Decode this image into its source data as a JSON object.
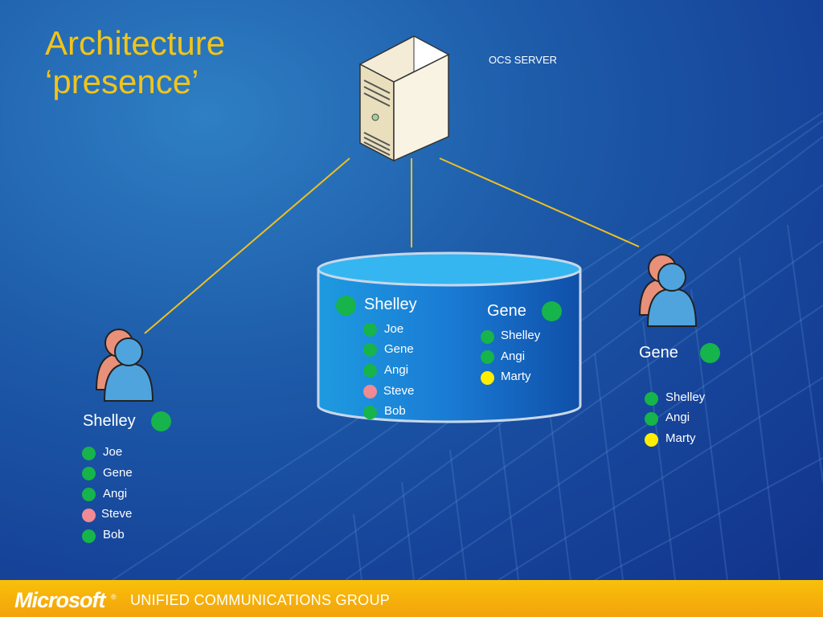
{
  "title": {
    "line1": "Architecture",
    "line2": "‘presence’"
  },
  "server": {
    "label": "OCS SERVER",
    "icon": "server-tower-icon"
  },
  "database": {
    "icon": "database-cylinder-icon",
    "shelley": {
      "owner": "Shelley",
      "owner_status": "online",
      "contacts": [
        {
          "name": "Joe",
          "status": "online"
        },
        {
          "name": "Gene",
          "status": "online"
        },
        {
          "name": "Angi",
          "status": "online"
        },
        {
          "name": "Steve",
          "status": "offline"
        },
        {
          "name": "Bob",
          "status": "online"
        }
      ]
    },
    "gene": {
      "owner": "Gene",
      "owner_status": "online",
      "contacts": [
        {
          "name": "Shelley",
          "status": "online"
        },
        {
          "name": "Angi",
          "status": "online"
        },
        {
          "name": "Marty",
          "status": "away"
        }
      ]
    }
  },
  "client_shelley": {
    "name": "Shelley",
    "status": "online",
    "icon": "user-icon",
    "contacts": [
      {
        "name": "Joe",
        "status": "online"
      },
      {
        "name": "Gene",
        "status": "online"
      },
      {
        "name": "Angi",
        "status": "online"
      },
      {
        "name": "Steve",
        "status": "offline"
      },
      {
        "name": "Bob",
        "status": "online"
      }
    ]
  },
  "client_gene": {
    "name": "Gene",
    "status": "online",
    "icon": "user-icon",
    "contacts": [
      {
        "name": "Shelley",
        "status": "online"
      },
      {
        "name": "Angi",
        "status": "online"
      },
      {
        "name": "Marty",
        "status": "away"
      }
    ]
  },
  "status_colors": {
    "online": "#16b44a",
    "offline": "#f08a94",
    "away": "#ffee00"
  },
  "footer": {
    "brand": "Microsoft",
    "trademark": "®",
    "text": "UNIFIED COMMUNICATIONS GROUP"
  },
  "colors": {
    "title": "#f2c418",
    "link_line": "#f0c020",
    "footer_bg": "#f8c10a"
  }
}
